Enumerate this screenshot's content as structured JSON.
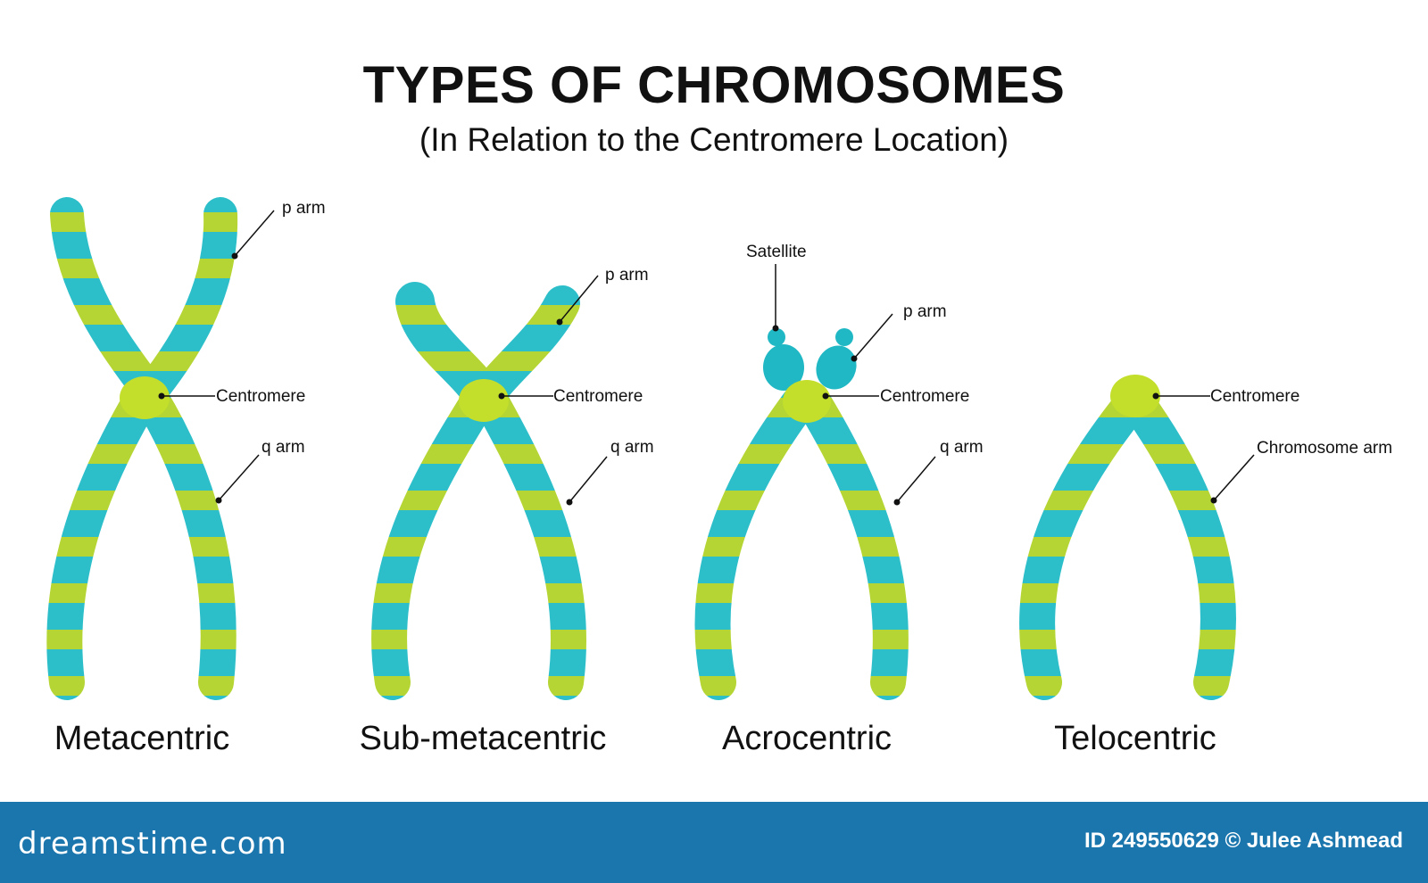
{
  "title": "TYPES OF CHROMOSOMES",
  "subtitle": "(In Relation to the Centromere Location)",
  "colors": {
    "teal": "#1fb8c4",
    "light_teal": "#5fd3dc",
    "lime": "#b5d534",
    "centromere": "#c3df2b",
    "footer": "#1a76ad"
  },
  "chromosomes": [
    {
      "type": "Metacentric",
      "labels": {
        "p_arm": "p arm",
        "centromere": "Centromere",
        "q_arm": "q arm"
      }
    },
    {
      "type": "Sub-metacentric",
      "labels": {
        "p_arm": "p arm",
        "centromere": "Centromere",
        "q_arm": "q arm"
      }
    },
    {
      "type": "Acrocentric",
      "labels": {
        "satellite": "Satellite",
        "p_arm": "p arm",
        "centromere": "Centromere",
        "q_arm": "q arm"
      }
    },
    {
      "type": "Telocentric",
      "labels": {
        "centromere": "Centromere",
        "chromosome_arm": "Chromosome arm"
      }
    }
  ],
  "footer": {
    "brand": "dreamstime.com",
    "credit": "ID 249550629 © Julee Ashmead"
  }
}
